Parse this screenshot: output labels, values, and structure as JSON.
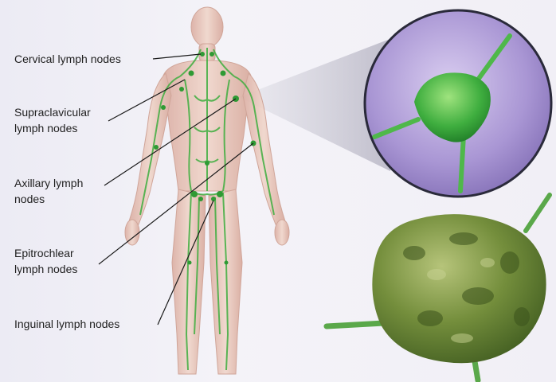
{
  "labels": {
    "cervical": "Cervical lymph nodes",
    "supraclavicular": "Supraclavicular\nlymph nodes",
    "axillary": "Axillary lymph\nnodes",
    "epitrochlear": "Epitrochlear\nlymph nodes",
    "inguinal": "Inguinal lymph nodes"
  },
  "colors": {
    "background": "#efeef5",
    "lymph_green": "#3fae3f",
    "circle_fill": "#a58fd0",
    "circle_border": "#2a2a3a",
    "diseased_node": "#6f8a3a",
    "leader_line": "#1a1a1a"
  }
}
